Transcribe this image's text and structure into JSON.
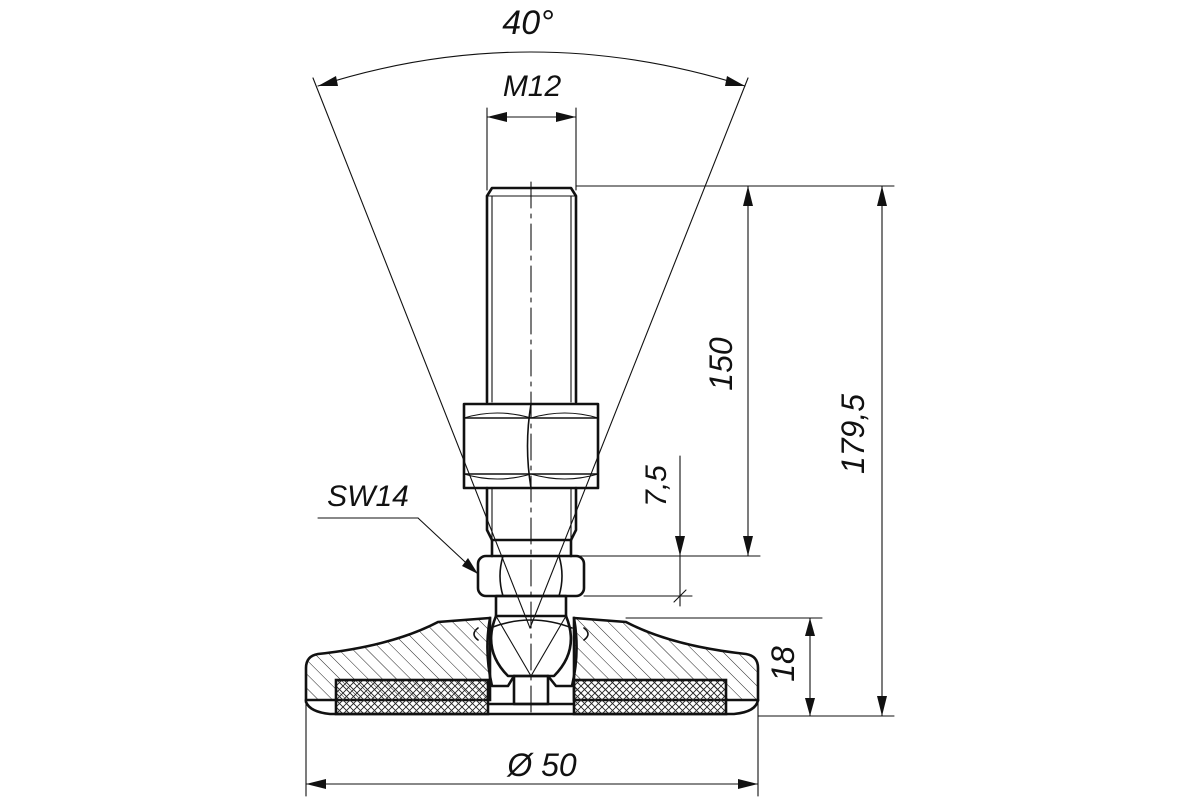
{
  "drawing": {
    "labels": {
      "angle": "40°",
      "thread": "M12",
      "wrench": "SW14",
      "nut_gap": "7,5",
      "stem_length": "150",
      "total_height": "179,5",
      "base_height": "18",
      "base_diameter": "Ø 50"
    },
    "colors": {
      "line": "#111111",
      "hatch": "#222222",
      "background": "#ffffff"
    }
  }
}
